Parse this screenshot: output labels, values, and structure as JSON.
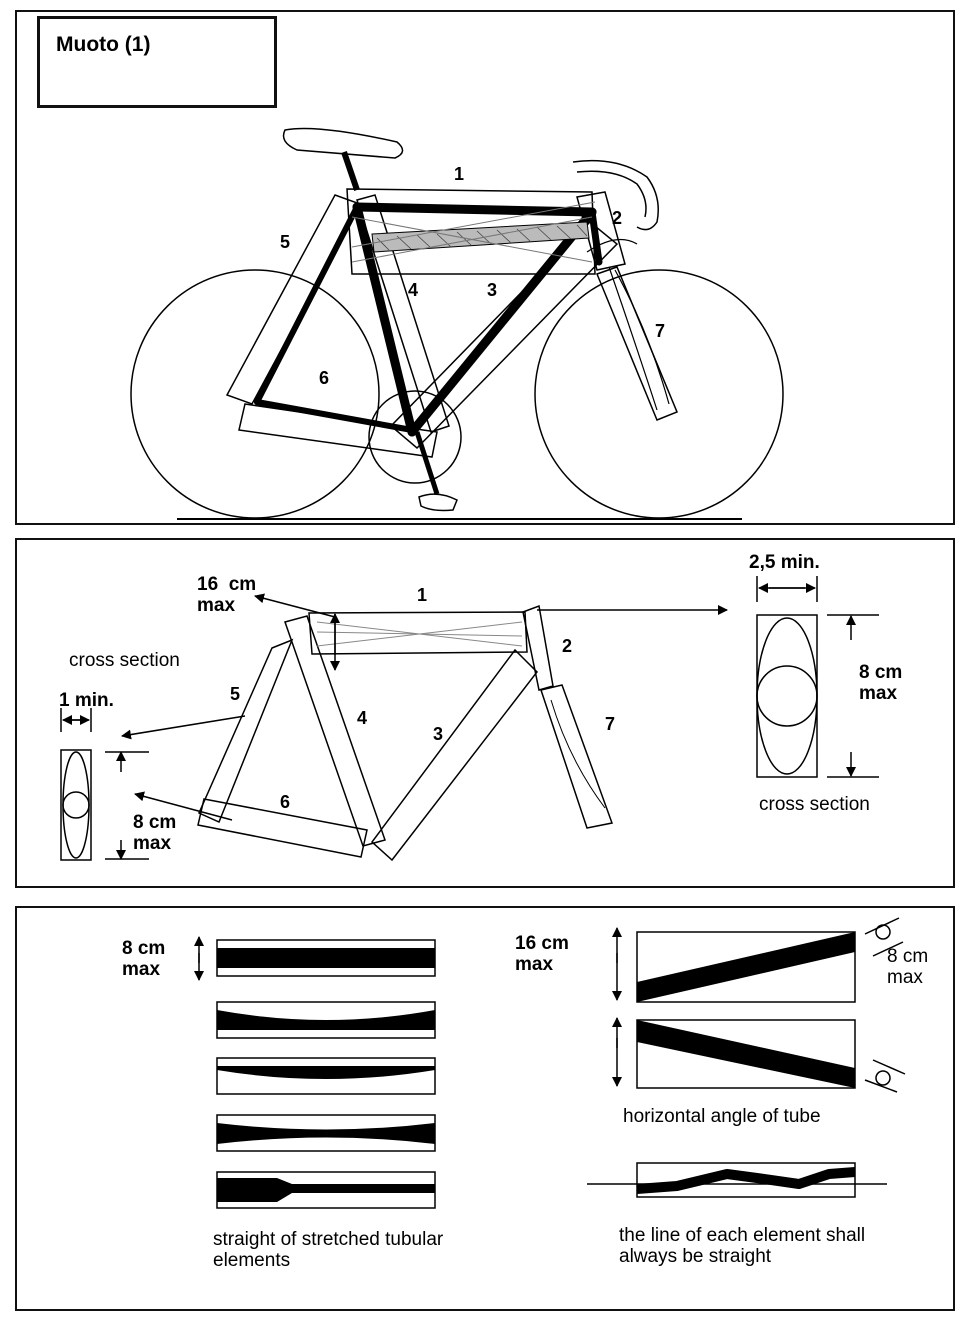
{
  "title": "Muoto (1)",
  "frame_numbers": [
    "1",
    "2",
    "3",
    "4",
    "5",
    "6",
    "7"
  ],
  "panel2": {
    "top_tube_dim_value": "16  cm",
    "top_tube_dim_unit": "max",
    "cross_section_left": "cross section",
    "min_width_left": "1 min.",
    "max_height_left_value": "8 cm",
    "max_height_left_unit": "max",
    "min_width_right": "2,5 min.",
    "max_height_right_value": "8 cm",
    "max_height_right_unit": "max",
    "cross_section_right": "cross section"
  },
  "panel3": {
    "left_dim_value": "8 cm",
    "left_dim_unit": "max",
    "left_caption_line1": "straight of stretched tubular",
    "left_caption_line2": "elements",
    "right_dim_value": "16 cm",
    "right_dim_unit": "max",
    "tube_dim_value": "8 cm",
    "tube_dim_unit": "max",
    "angle_caption": "horizontal angle of tube",
    "line_caption_line1": "the line of each element shall",
    "line_caption_line2": "always be straight"
  }
}
